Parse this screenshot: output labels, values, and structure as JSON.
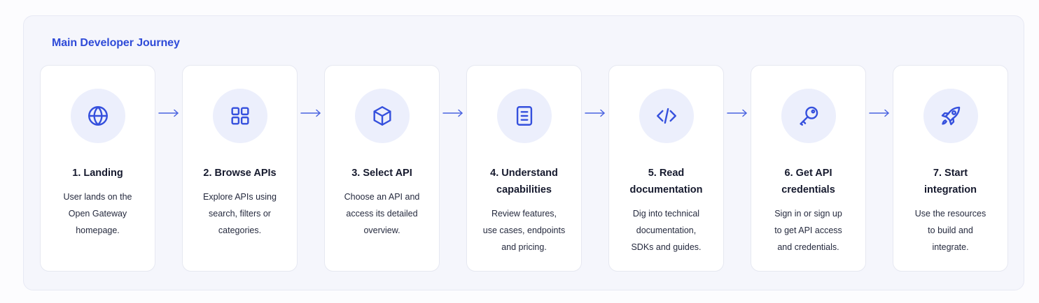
{
  "journey": {
    "title": "Main Developer Journey",
    "accent": "#2f4bd8",
    "steps": [
      {
        "title": "1. Landing",
        "desc": "User lands on the\nOpen Gateway\nhomepage.",
        "icon": "globe-icon"
      },
      {
        "title": "2. Browse APIs",
        "desc": "Explore APIs using\nsearch, filters or\ncategories.",
        "icon": "grid-icon"
      },
      {
        "title": "3. Select API",
        "desc": "Choose an API and\naccess its detailed\noverview.",
        "icon": "cube-icon"
      },
      {
        "title": "4. Understand\ncapabilities",
        "desc": "Review features,\nuse cases, endpoints\nand pricing.",
        "icon": "document-icon"
      },
      {
        "title": "5. Read\ndocumentation",
        "desc": "Dig into technical\ndocumentation,\nSDKs and guides.",
        "icon": "code-icon"
      },
      {
        "title": "6. Get API\ncredentials",
        "desc": "Sign in or sign up\nto get API access\nand credentials.",
        "icon": "key-icon"
      },
      {
        "title": "7. Start\nintegration",
        "desc": "Use the resources\nto build and\nintegrate.",
        "icon": "rocket-icon"
      }
    ]
  }
}
